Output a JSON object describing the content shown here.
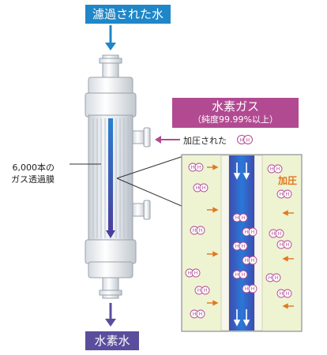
{
  "labels": {
    "input": "濾過された水",
    "output": "水素水",
    "gas_title": "水素ガス",
    "gas_purity": "（純度99.99%以上）",
    "pressurized": "加圧された",
    "membrane_line1": "6,000本の",
    "membrane_line2": "ガス透過膜",
    "pressure": "加圧",
    "molecule_atom": "H"
  },
  "colors": {
    "input_blue": "#1f86c8",
    "output_purple": "#5a4e9c",
    "gas_magenta": "#b24a92",
    "pressure_orange": "#e0781e",
    "inner_green": "#eef3d2"
  }
}
